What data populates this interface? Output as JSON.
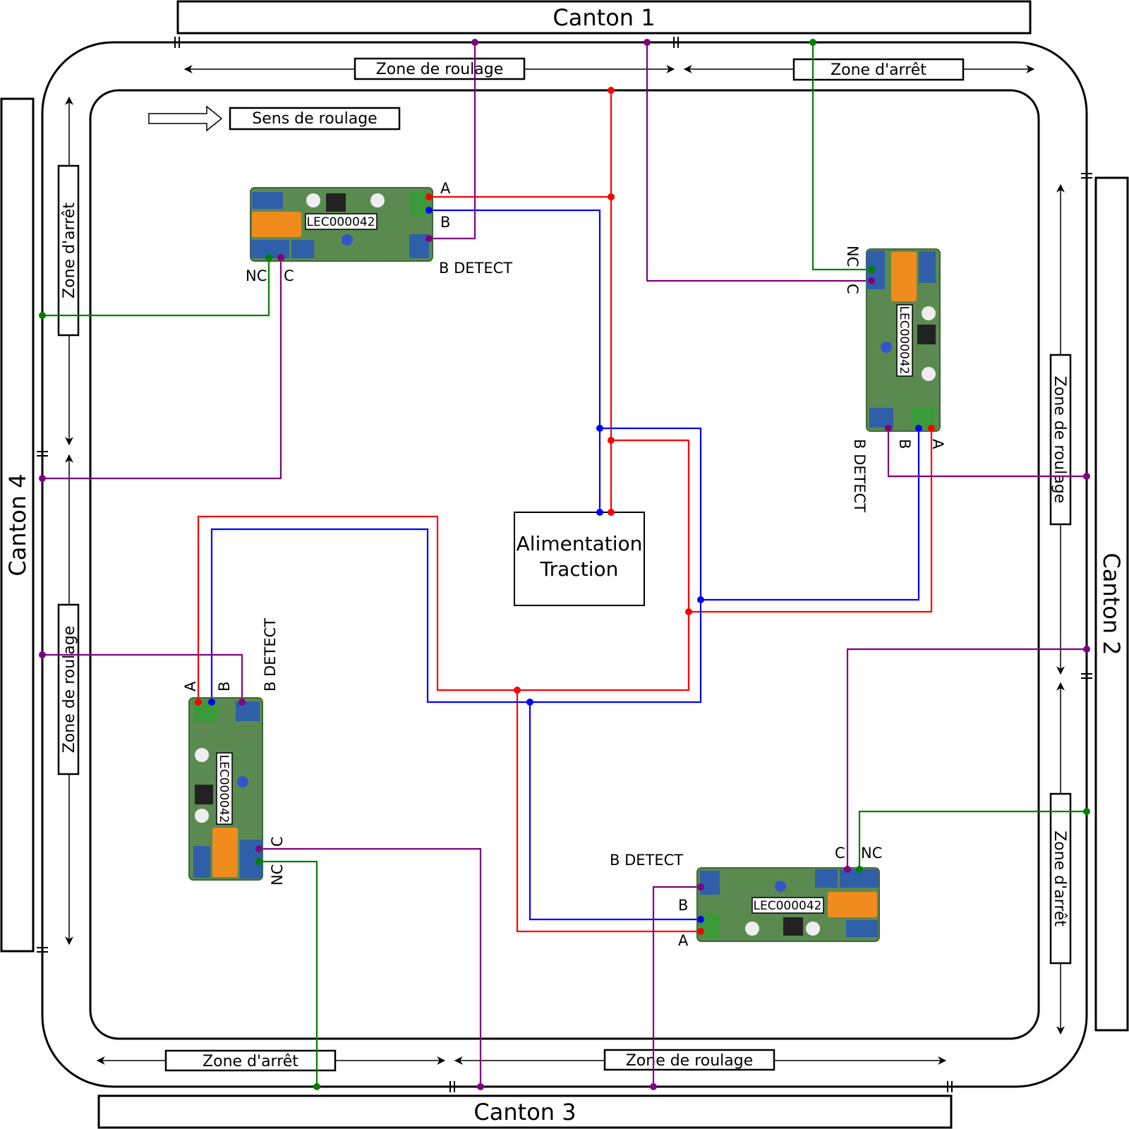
{
  "cantons": [
    {
      "id": "c1",
      "label": "Canton 1"
    },
    {
      "id": "c2",
      "label": "Canton 2"
    },
    {
      "id": "c3",
      "label": "Canton 3"
    },
    {
      "id": "c4",
      "label": "Canton 4"
    }
  ],
  "zones": {
    "roulage": "Zone de roulage",
    "arret": "Zone d'arrêt"
  },
  "legend": {
    "sens_label": "Sens de roulage"
  },
  "power_supply": {
    "line1": "Alimentation",
    "line2": "Traction"
  },
  "module": {
    "ref": "LEC000042",
    "terminals": {
      "a": "A",
      "b": "B",
      "detect": "B DETECT",
      "nc": "NC",
      "c": "C"
    }
  },
  "colors": {
    "wire_a": "#ff0000",
    "wire_b": "#0000ff",
    "wire_detect": "#800080",
    "wire_nc": "#008000",
    "pcb": "#5a8a50",
    "relay": "#f08c1e",
    "terminal": "#2f5fa8",
    "terminal_green": "#3a9a3a"
  }
}
